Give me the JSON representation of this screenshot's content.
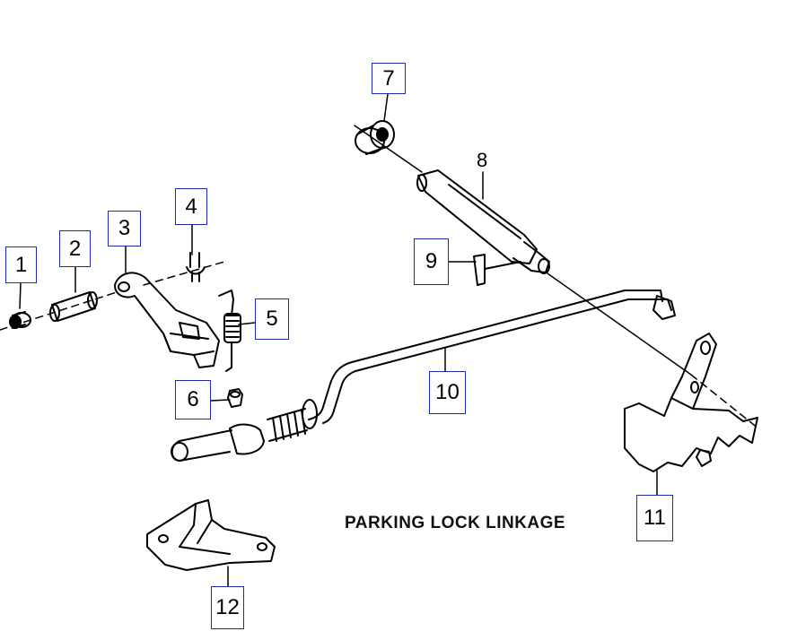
{
  "caption": "PARKING LOCK LINKAGE",
  "callouts": [
    {
      "id": "1",
      "label": "1"
    },
    {
      "id": "2",
      "label": "2"
    },
    {
      "id": "3",
      "label": "3"
    },
    {
      "id": "4",
      "label": "4"
    },
    {
      "id": "5",
      "label": "5"
    },
    {
      "id": "6",
      "label": "6"
    },
    {
      "id": "7",
      "label": "7"
    },
    {
      "id": "8",
      "label": "8"
    },
    {
      "id": "9",
      "label": "9"
    },
    {
      "id": "10",
      "label": "10"
    },
    {
      "id": "11",
      "label": "11"
    },
    {
      "id": "12",
      "label": "12"
    }
  ],
  "colors": {
    "line": "#000000",
    "callout_border": "#1e2aa8",
    "background": "#ffffff"
  }
}
